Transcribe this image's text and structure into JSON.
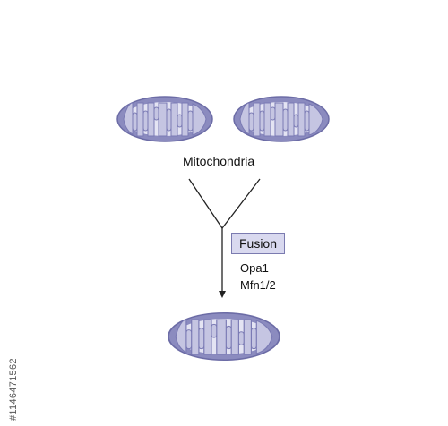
{
  "diagram": {
    "top_label": "Mitochondria",
    "process_label": "Fusion",
    "proteins": [
      "Opa1",
      "Mfn1/2"
    ]
  },
  "side_caption": "#1146471562",
  "colors": {
    "membrane_outer": "#8b8bbf",
    "membrane_fill": "#c5c5e2",
    "cristae_bg": "#e4e4f3",
    "line": "#222222"
  }
}
